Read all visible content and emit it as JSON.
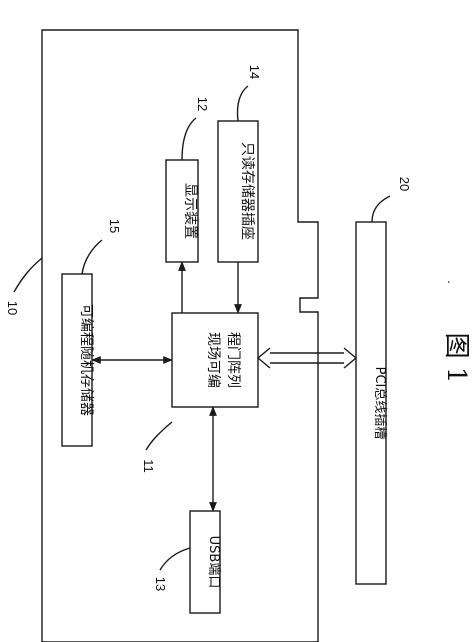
{
  "blocks": {
    "fpga": "现场可编程门阵列",
    "display": "显示装置",
    "rom_socket": "只读存储器插座",
    "ram": "可编程随机存储器",
    "usb": "USB端口",
    "pci": "PCI总线插槽"
  },
  "refs": {
    "board": "10",
    "fpga": "11",
    "display": "12",
    "usb": "13",
    "rom_socket": "14",
    "ram": "15",
    "pci": "20"
  },
  "caption": "图 1"
}
